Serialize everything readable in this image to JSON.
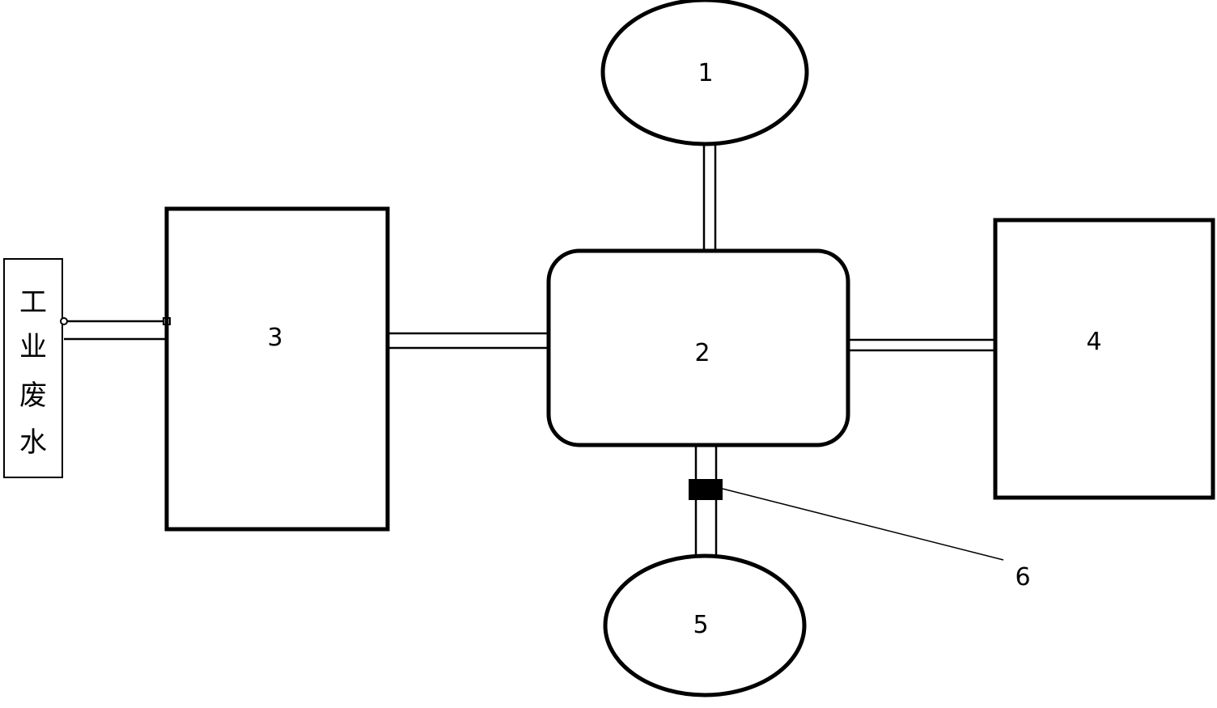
{
  "source": {
    "label": "工业废水",
    "chars": [
      "工",
      "业",
      "废",
      "水"
    ]
  },
  "nodes": [
    {
      "id": "1",
      "label": "1",
      "shape": "ellipse"
    },
    {
      "id": "2",
      "label": "2",
      "shape": "rounded-rectangle"
    },
    {
      "id": "3",
      "label": "3",
      "shape": "rectangle"
    },
    {
      "id": "4",
      "label": "4",
      "shape": "rectangle"
    },
    {
      "id": "5",
      "label": "5",
      "shape": "ellipse"
    },
    {
      "id": "6",
      "label": "6",
      "shape": "valve"
    }
  ],
  "edges": [
    {
      "from": "source",
      "to": "3"
    },
    {
      "from": "3",
      "to": "2"
    },
    {
      "from": "1",
      "to": "2"
    },
    {
      "from": "2",
      "to": "4"
    },
    {
      "from": "2",
      "to": "5"
    }
  ],
  "colors": {
    "stroke": "#000000",
    "background": "#ffffff"
  }
}
